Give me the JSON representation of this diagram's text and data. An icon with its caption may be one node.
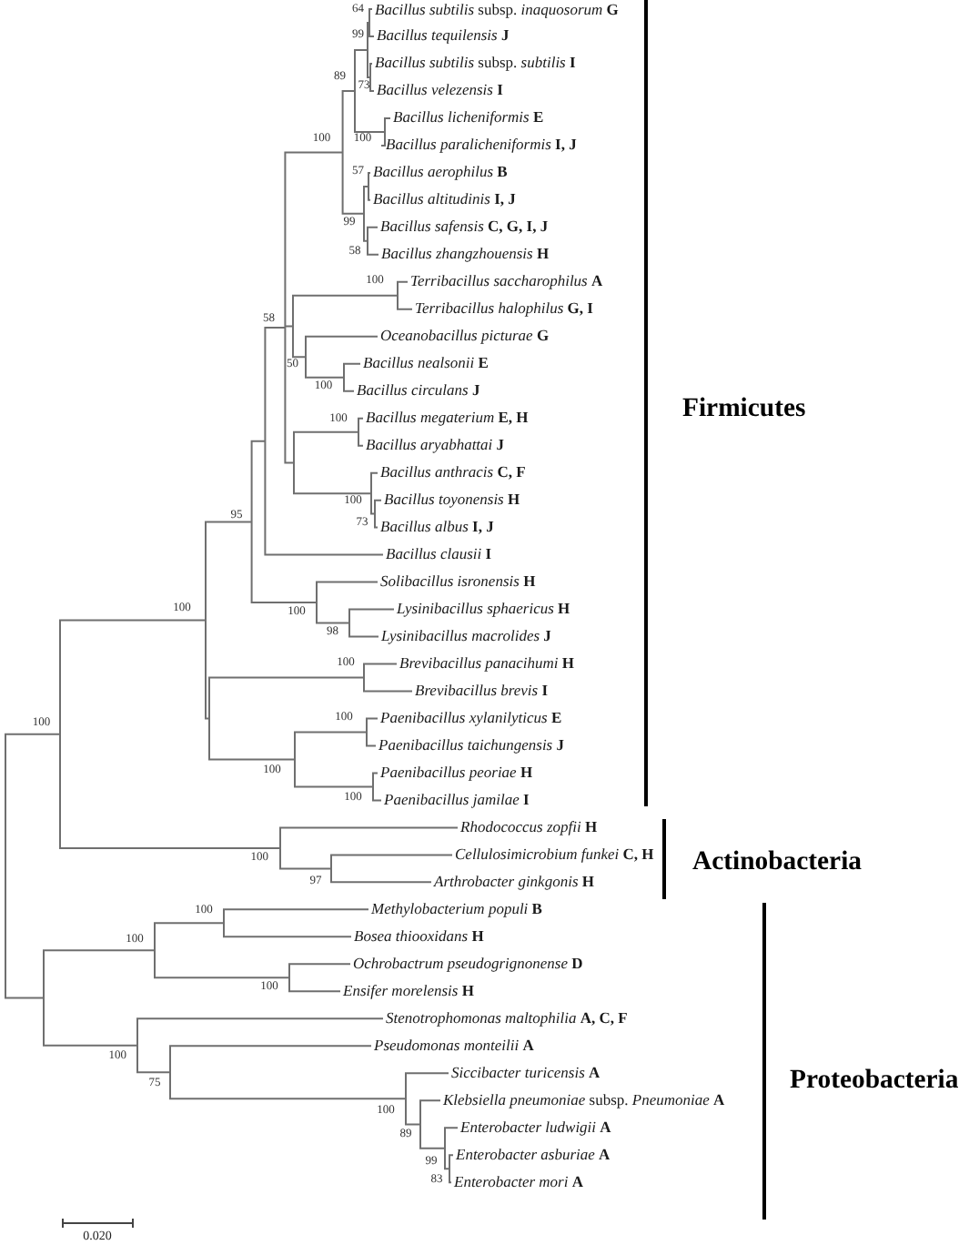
{
  "diagram": {
    "labels": [
      "64",
      "*Bacillus subtilis* subsp. *inaquosorum* **G**",
      "99",
      "*Bacillus tequilensis* **J**",
      "*Bacillus subtilis* subsp. *subtilis* **I**",
      "89",
      "73",
      "*Bacillus velezensis* **I**",
      "*Bacillus licheniformis* **E**",
      "100",
      "100",
      "*Bacillus paralicheniformis* **I, J**",
      "57",
      "*Bacillus aerophilus* **B**",
      "*Bacillus altitudinis* **I, J**",
      "99",
      "*Bacillus safensis* **C, G, I, J**",
      "58",
      "*Bacillus zhangzhouensis* **H**",
      "100",
      "*Terribacillus saccharophilus* **A**",
      "*Terribacillus halophilus* **G, I**",
      "58",
      "*Oceanobacillus picturae* **G**",
      "*Bacillus nealsonii* **E**",
      "50",
      "100",
      "*Bacillus circulans* **J**",
      "Firmicutes",
      "100",
      "*Bacillus megaterium* **E, H**",
      "*Bacillus aryabhattai* **J**",
      "*Bacillus anthracis* **C, F**",
      "100",
      "*Bacillus toyonensis* **H**",
      "95",
      "73",
      "*Bacillus albus* **I, J**",
      "*Bacillus clausii* **I**",
      "*Solibacillus isronensis* **H**",
      "100",
      "100",
      "*Lysinibacillus sphaericus* **H**",
      "98",
      "*Lysinibacillus macrolides* **J**",
      "100",
      "*Brevibacillus panacihumi* **H**",
      "*Brevibacillus brevis* **I**",
      "100",
      "*Paenibacillus xylanilyticus* **E**",
      "100",
      "*Paenibacillus taichungensis* **J**",
      "100",
      "*Paenibacillus peoriae* **H**",
      "100",
      "*Paenibacillus jamilae* **I**",
      "*Rhodococcus zopfii* **H**",
      "100",
      "*Cellulosimicrobium funkei* **C, H**",
      "Actinobacteria",
      "97",
      "*Arthrobacter ginkgonis* **H**",
      "100",
      "*Methylobacterium populi* **B**",
      "100",
      "*Bosea thiooxidans* **H**",
      "*Ochrobactrum pseudogrignonense* **D**",
      "100",
      "*Ensifer morelensis* **H**",
      "*Stenotrophomonas maltophilia* **A, C, F**",
      "*Pseudomonas monteilii* **A**",
      "100",
      "*Siccibacter turicensis* **A**",
      "75",
      "Proteobacteria",
      "*Klebsiella pneumoniae* subsp. *Pneumoniae* **A**",
      "100",
      "89",
      "*Enterobacter ludwigii* **A**",
      "99",
      "*Enterobacter asburiae* **A**",
      "83",
      "*Enterobacter mori* **A**",
      "0.020"
    ]
  }
}
